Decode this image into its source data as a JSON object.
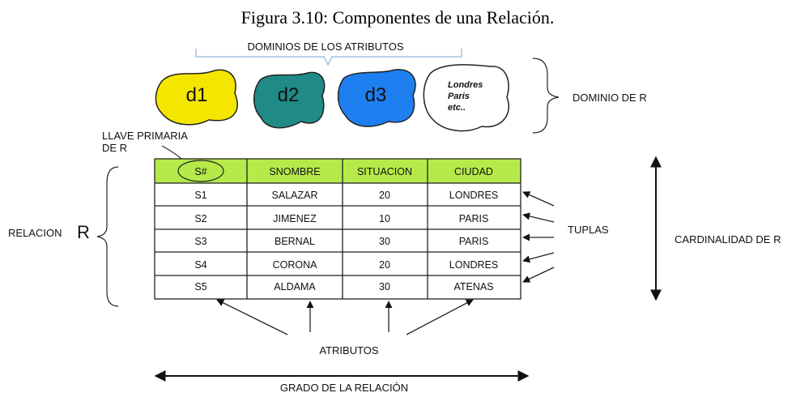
{
  "caption": "Figura 3.10: Componentes de una Relación.",
  "labels": {
    "dominios_atributos": "DOMINIOS DE LOS ATRIBUTOS",
    "dominio_r": "DOMINIO DE R",
    "llave_primaria_1": "LLAVE PRIMARIA",
    "llave_primaria_2": "DE R",
    "relacion": "RELACION",
    "relacion_symbol": "R",
    "tuplas": "TUPLAS",
    "cardinalidad": "CARDINALIDAD DE R",
    "atributos": "ATRIBUTOS",
    "grado": "GRADO DE LA RELACIÓN"
  },
  "domains": [
    {
      "label": "d1",
      "color": "#f5e600"
    },
    {
      "label": "d2",
      "color": "#1f8a86"
    },
    {
      "label": "d3",
      "color": "#1e7ff0"
    },
    {
      "label": "",
      "color": "#ffffff",
      "lines": [
        "Londres",
        "Paris",
        "etc.."
      ]
    }
  ],
  "table": {
    "header_color": "#b5ea4a",
    "columns": [
      "S#",
      "SNOMBRE",
      "SITUACION",
      "CIUDAD"
    ],
    "rows": [
      [
        "S1",
        "SALAZAR",
        "20",
        "LONDRES"
      ],
      [
        "S2",
        "JIMENEZ",
        "10",
        "PARIS"
      ],
      [
        "S3",
        "BERNAL",
        "30",
        "PARIS"
      ],
      [
        "S4",
        "CORONA",
        "20",
        "LONDRES"
      ],
      [
        "S5",
        "ALDAMA",
        "30",
        "ATENAS"
      ]
    ]
  }
}
